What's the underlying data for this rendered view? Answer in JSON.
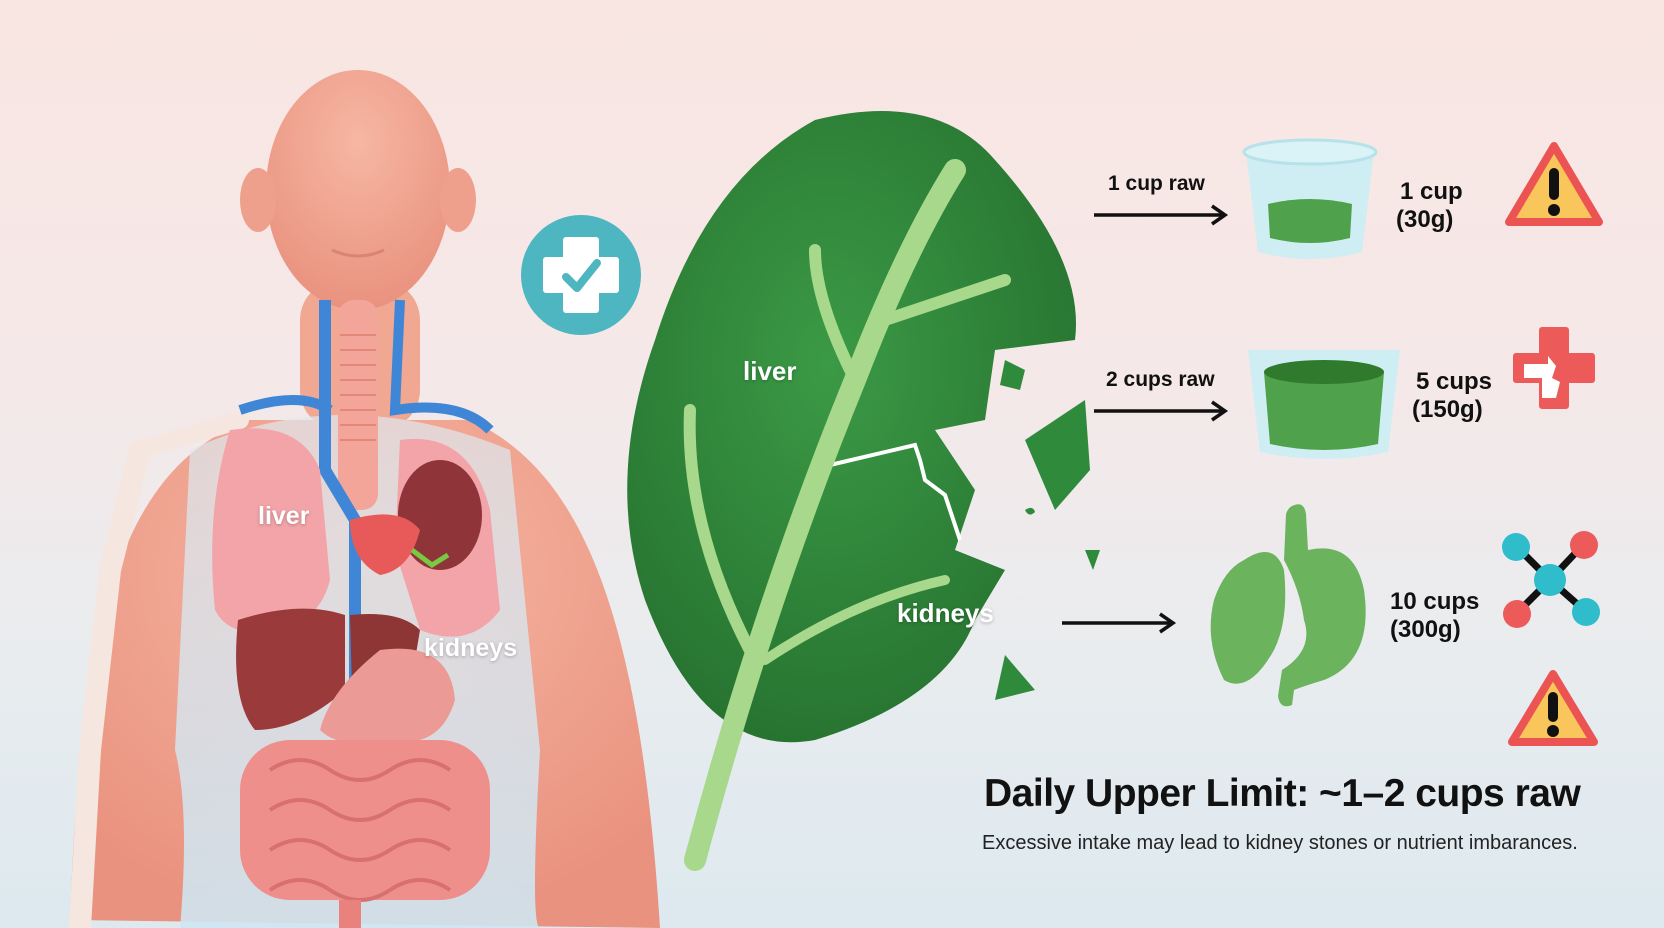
{
  "body_figure": {
    "organ_labels": {
      "liver": "liver",
      "kidneys": "kidneys"
    }
  },
  "health_badge": {
    "icon": "medical-cross-check-icon",
    "color": "#4db6c0"
  },
  "leaf": {
    "labels": {
      "liver": "liver",
      "kidneys": "kidneys"
    },
    "color": "#2f8a3c",
    "vein_color": "#a8d88c"
  },
  "rows": [
    {
      "arrow_label": "1 cup raw",
      "graphic": "small-cup-icon",
      "amount_line1": "1 cup",
      "amount_line2": "(30g)",
      "status_icon": "warning-triangle-icon"
    },
    {
      "arrow_label": "2 cups raw",
      "graphic": "bowl-icon",
      "amount_line1": "5 cups",
      "amount_line2": "(150g)",
      "status_icon": "broken-medical-cross-icon"
    },
    {
      "arrow_label": "",
      "graphic": "liver-stomach-organs-icon",
      "amount_line1": "10 cups",
      "amount_line2": "(300g)",
      "status_icon": "molecule-icon"
    }
  ],
  "extra_warning_icon": "warning-triangle-icon",
  "footer": {
    "title": "Daily Upper Limit: ~1–2 cups raw",
    "subtitle": "Excessive intake may lead to kidney stones or nutrient imbarances."
  },
  "colors": {
    "warning_fill": "#f8c65a",
    "warning_border": "#ec5454",
    "teal": "#2fbccb",
    "red": "#ec5a5a",
    "leaf_green": "#2f8a3c",
    "light_green": "#6cb35e"
  }
}
